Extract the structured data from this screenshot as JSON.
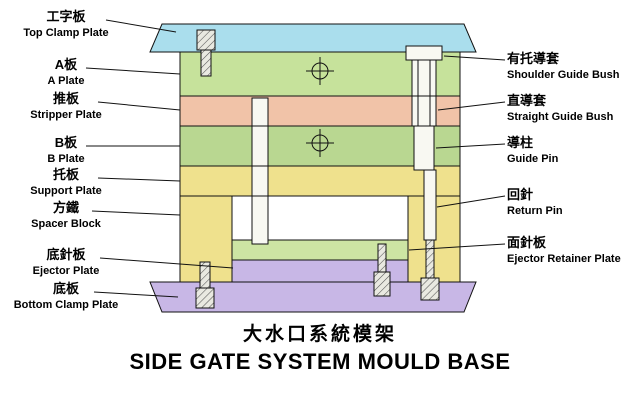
{
  "diagram_title": {
    "zh": "大水口系統模架",
    "en": "SIDE GATE SYSTEM MOULD BASE"
  },
  "labels_left": [
    {
      "zh": "工字板",
      "en": "Top Clamp Plate"
    },
    {
      "zh": "A板",
      "en": "A Plate"
    },
    {
      "zh": "推板",
      "en": "Stripper Plate"
    },
    {
      "zh": "B板",
      "en": "B Plate"
    },
    {
      "zh": "托板",
      "en": "Support Plate"
    },
    {
      "zh": "方鐵",
      "en": "Spacer Block"
    },
    {
      "zh": "底針板",
      "en": "Ejector Plate"
    },
    {
      "zh": "底板",
      "en": "Bottom Clamp Plate"
    }
  ],
  "labels_right": [
    {
      "zh": "有托導套",
      "en": "Shoulder Guide Bush"
    },
    {
      "zh": "直導套",
      "en": "Straight Guide Bush"
    },
    {
      "zh": "導柱",
      "en": "Guide Pin"
    },
    {
      "zh": "回針",
      "en": "Return Pin"
    },
    {
      "zh": "面針板",
      "en": "Ejector Retainer Plate"
    }
  ],
  "colors": {
    "top_clamp_plate": "#aadeed",
    "a_plate": "#c6e29b",
    "stripper_plate": "#f1c3a8",
    "b_plate": "#b9d791",
    "support_plate": "#efe18d",
    "spacer_block": "#efe18d",
    "ejector_retainer_plate": "#cde5a3",
    "ejector_plate": "#c8b7e6",
    "bottom_clamp_plate": "#c8b7e6",
    "pin": "#f8f8f2",
    "screw": "#e9e9e1",
    "outline": "#111111",
    "background": "#ffffff"
  }
}
